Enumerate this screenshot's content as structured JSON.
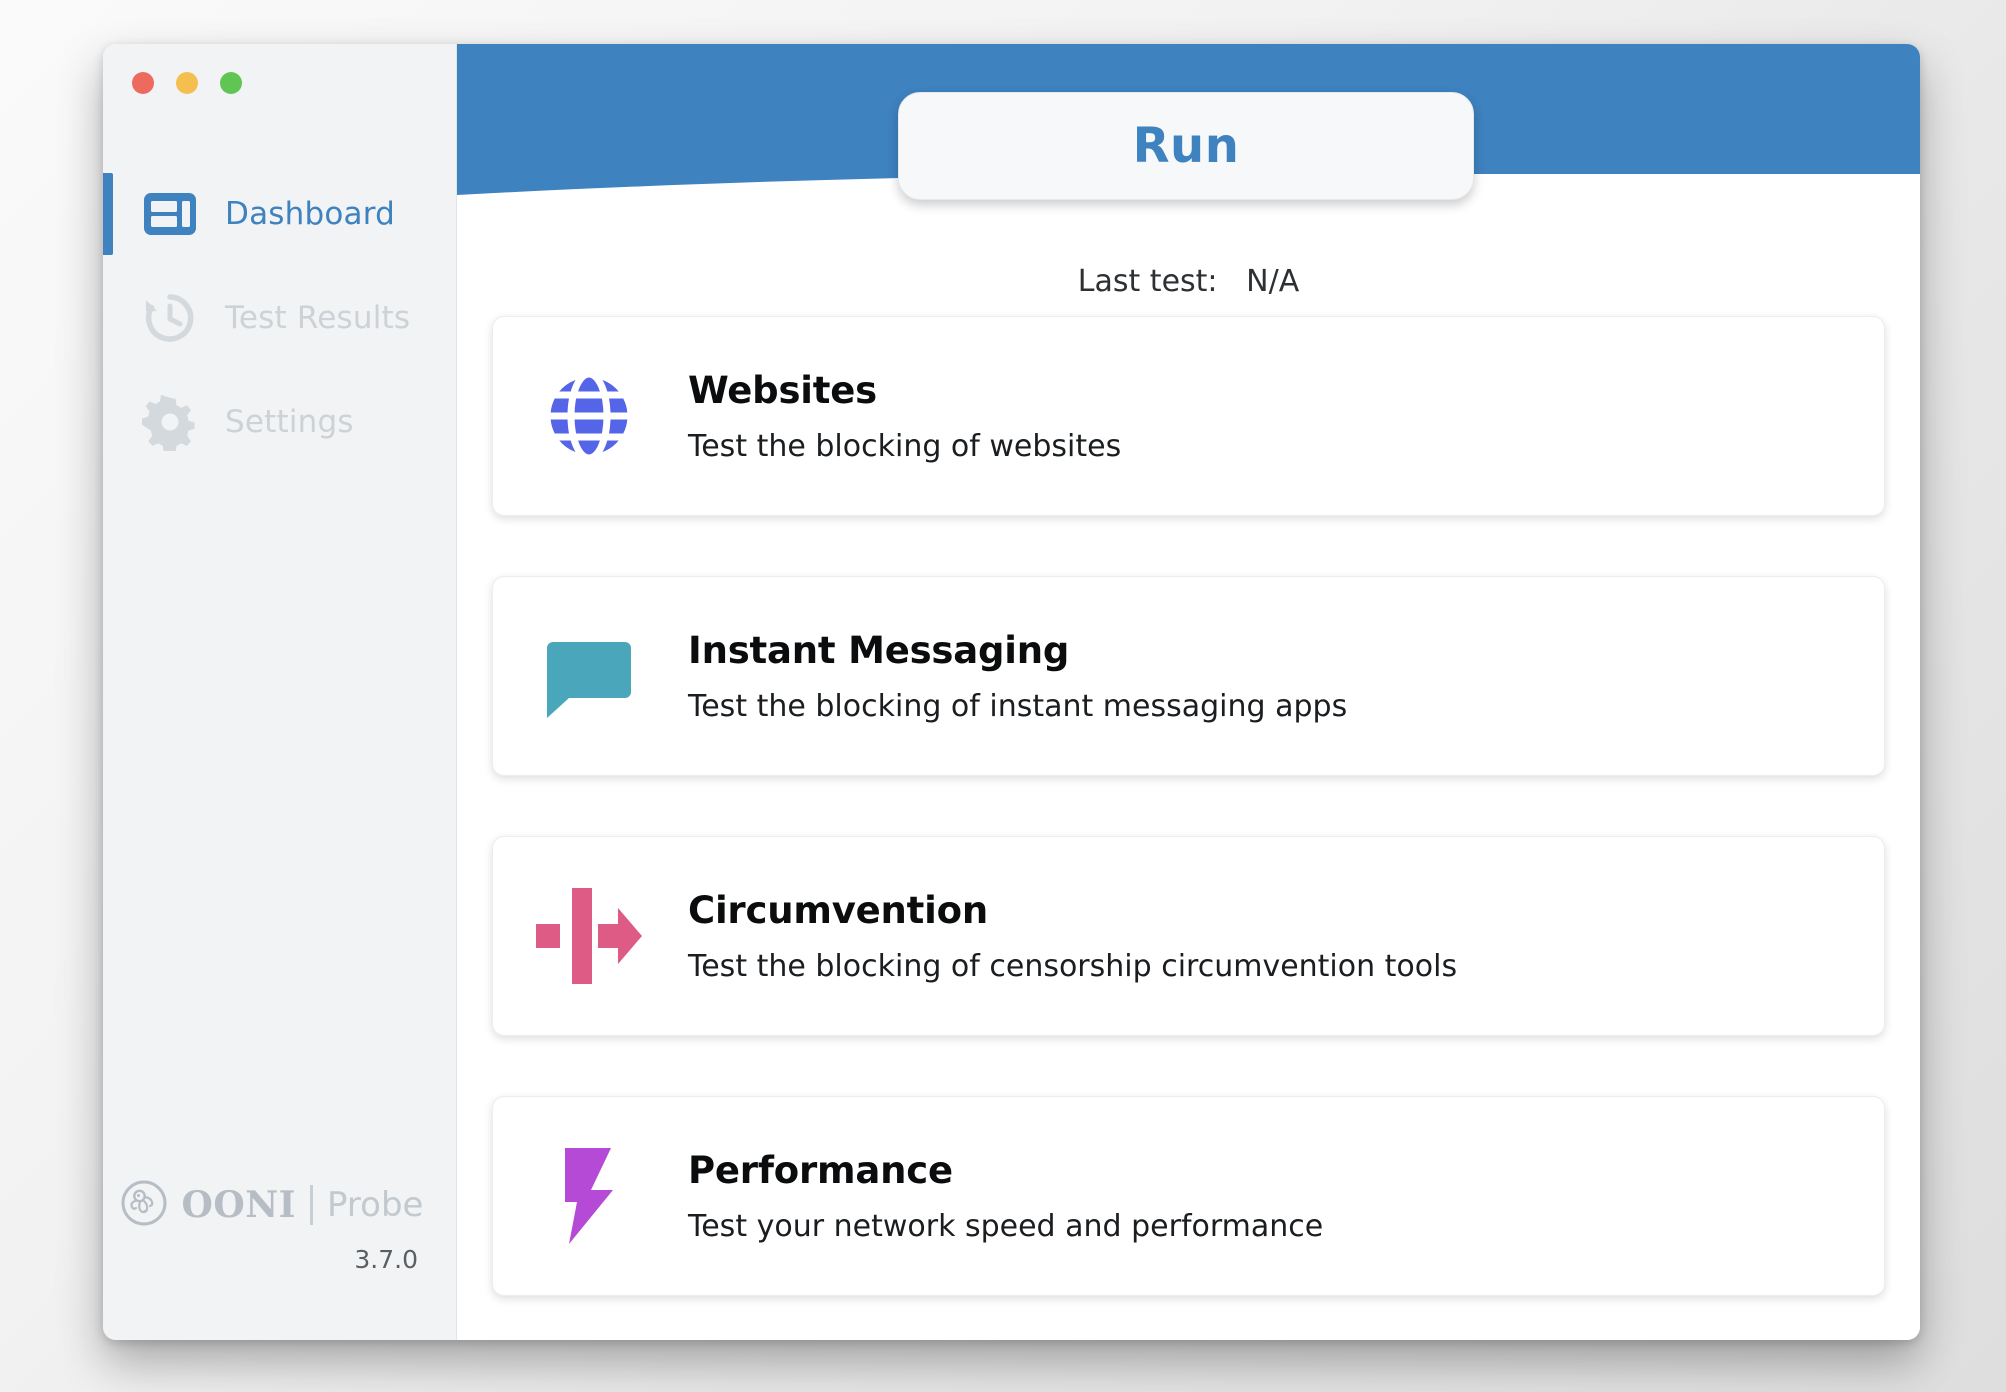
{
  "window": {
    "traffic_lights": [
      "close",
      "minimize",
      "zoom"
    ],
    "colors": {
      "accent": "#3e82c0",
      "sidebar_bg": "#f1f3f4",
      "inactive_text": "#ccd2d6"
    }
  },
  "sidebar": {
    "items": [
      {
        "label": "Dashboard",
        "icon": "dashboard-icon",
        "active": true
      },
      {
        "label": "Test Results",
        "icon": "history-clock-icon",
        "active": false
      },
      {
        "label": "Settings",
        "icon": "gear-icon",
        "active": false
      }
    ],
    "footer": {
      "logo_icon": "ooni-octopus-icon",
      "brand": "OONI",
      "product": "Probe",
      "version": "3.7.0"
    }
  },
  "main": {
    "run_button_label": "Run",
    "last_test_label": "Last test:",
    "last_test_value": "N/A",
    "cards": [
      {
        "title": "Websites",
        "description": "Test the blocking of websites",
        "icon": "globe-icon",
        "color": "#5465e8"
      },
      {
        "title": "Instant Messaging",
        "description": "Test the blocking of instant messaging apps",
        "icon": "speech-bubble-icon",
        "color": "#4aa6bb"
      },
      {
        "title": "Circumvention",
        "description": "Test the blocking of censorship circumvention tools",
        "icon": "arrow-through-barrier-icon",
        "color": "#dd5b85"
      },
      {
        "title": "Performance",
        "description": "Test your network speed and performance",
        "icon": "lightning-bolt-icon",
        "color": "#b44ad6"
      }
    ]
  }
}
